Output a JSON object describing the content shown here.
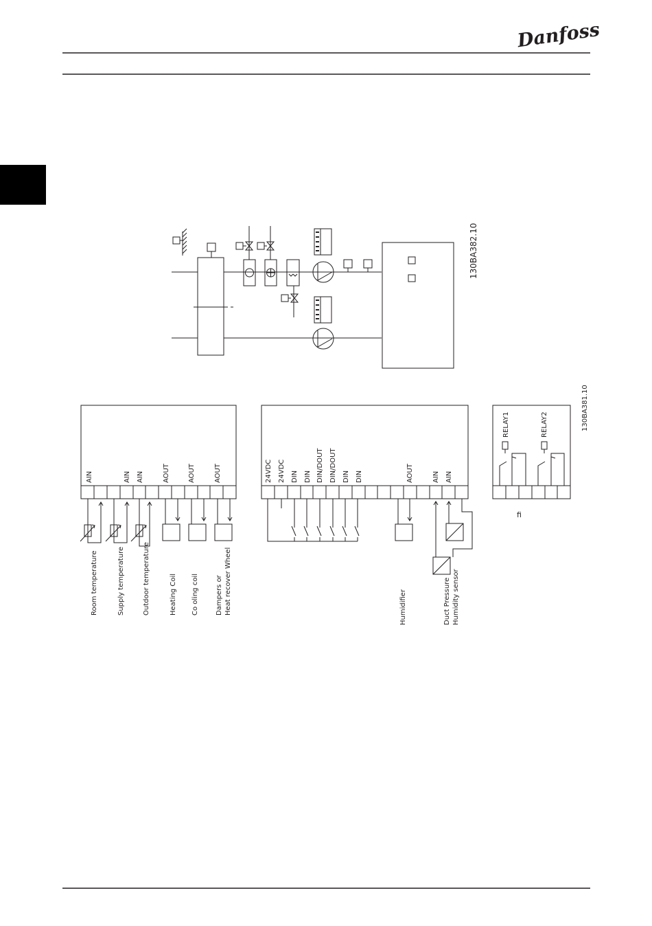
{
  "header": {
    "logo_text": "Danfoss"
  },
  "top_diagram": {
    "drawing_code": "130BA382.10"
  },
  "terminal_diagram": {
    "drawing_code": "130BA381.10",
    "left_block_labels": [
      "AIN",
      "AIN",
      "AIN",
      "AOUT",
      "AOUT",
      "AOUT"
    ],
    "left_devices": [
      "Room temperature",
      "Supply  temperature",
      "Outdoor temperature",
      "Heating Coil",
      "Co oling coil",
      "Dampers or",
      "Heat recover Wheel"
    ],
    "middle_block_labels": [
      "24VDC",
      "24VDC",
      "DIN",
      "DIN",
      "DIN/DOUT",
      "DIN/DOUT",
      "DIN",
      "DIN",
      "AOUT",
      "AIN",
      "AIN"
    ],
    "middle_devices": [
      "Humidifier",
      "Duct Pressure",
      "Humidity sensor"
    ],
    "relay_labels": [
      "RELAY1",
      "RELAY2"
    ],
    "relay_note": "ﬁ"
  },
  "colors": {
    "line": "#231f20",
    "side_tab": "#000000"
  }
}
